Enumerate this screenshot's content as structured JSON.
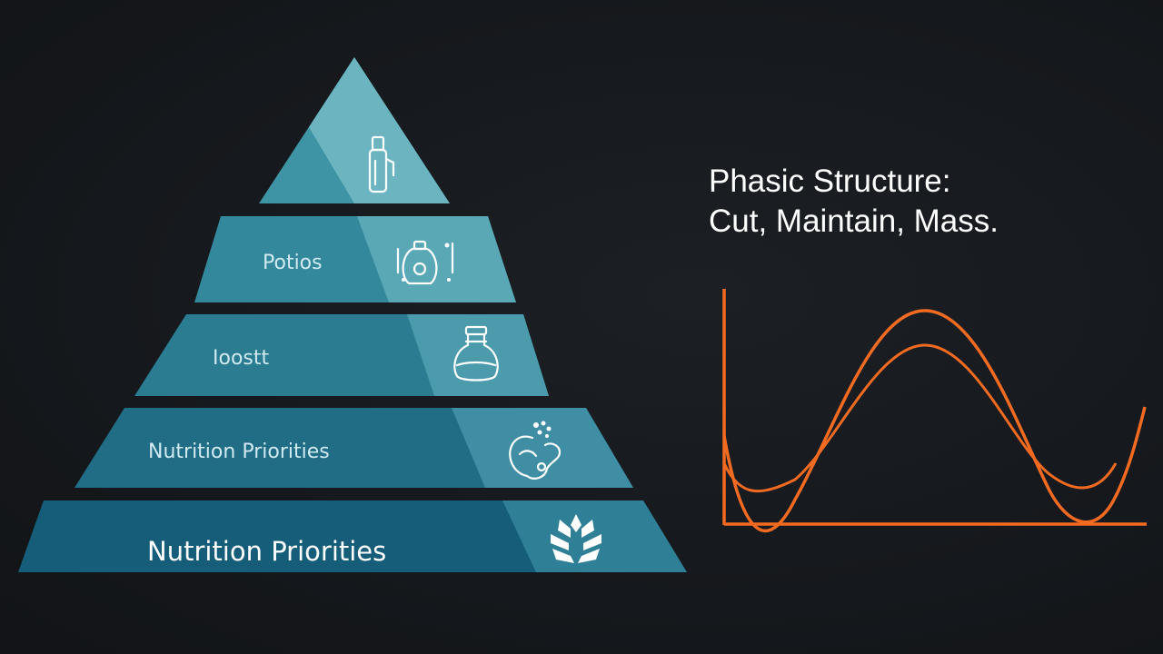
{
  "pyramid": {
    "tiers": [
      {
        "label": "",
        "icon": "bottle-icon"
      },
      {
        "label": "Potios",
        "icon": "supplement-jar-icon"
      },
      {
        "label": "Ioostt",
        "icon": "flask-icon"
      },
      {
        "label": "Nutrition Priorities",
        "icon": "food-bowl-icon"
      },
      {
        "label": "Nutrition Priorities",
        "icon": "wheat-icon"
      }
    ],
    "colors": {
      "left": [
        "#3e94a4",
        "#34889b",
        "#2b7b91",
        "#226d86",
        "#155d79"
      ],
      "right": [
        "#6cb5c0",
        "#5aa8b6",
        "#4c9bac",
        "#3f8ea3",
        "#2f7f97"
      ]
    }
  },
  "chart": {
    "title_line1": "Phasic Structure:",
    "title_line2": "Cut, Maintain, Mass.",
    "line_color": "#f26b21"
  }
}
